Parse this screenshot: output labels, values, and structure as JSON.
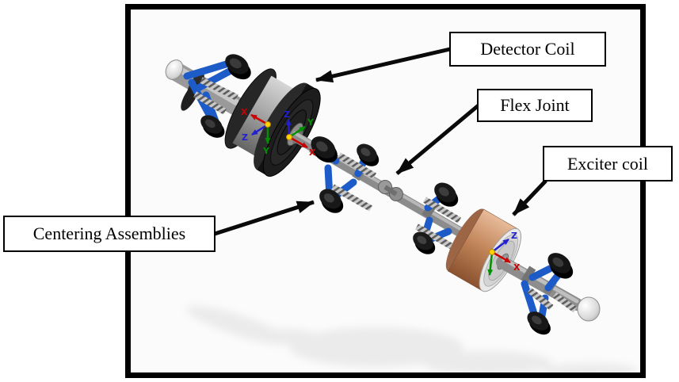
{
  "figure": {
    "description": "Labeled 3D CAD illustration of an in-pipe inspection tool",
    "labels": {
      "detector_coil": "Detector Coil",
      "flex_joint": "Flex Joint",
      "exciter_coil": "Exciter coil",
      "centering_assemblies": "Centering Assemblies"
    },
    "axes": {
      "x": "X",
      "y": "Y",
      "z": "Z"
    },
    "colors": {
      "frame_border": "#000000",
      "canvas_background": "#fbfbfb",
      "callout_background": "#ffffff",
      "arm_blue": "#1d5bc8",
      "coil_flange_dark": "#1d1d1d",
      "drum_grey": "#a8a8a8",
      "exciter_copper": "#c08357",
      "axis_x_red": "#cc0000",
      "axis_y_green": "#009000",
      "axis_z_blue": "#2020d0",
      "axis_origin_yellow": "#ffd400",
      "annotation_arrow": "#0a0a0a"
    }
  }
}
